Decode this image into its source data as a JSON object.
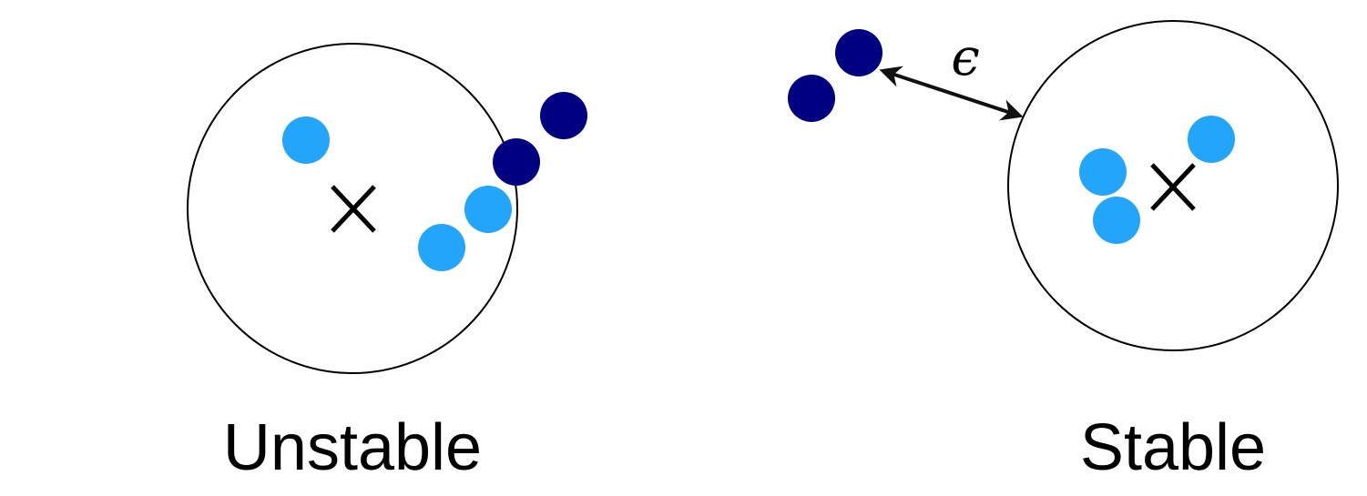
{
  "panels": {
    "unstable": {
      "label": "Unstable"
    },
    "stable": {
      "label": "Stable"
    }
  },
  "annotations": {
    "epsilon_label": "ϵ"
  },
  "colors": {
    "light_point": "#22a5fb",
    "dark_point": "#000080",
    "outline": "#000000",
    "background": "#ffffff"
  }
}
